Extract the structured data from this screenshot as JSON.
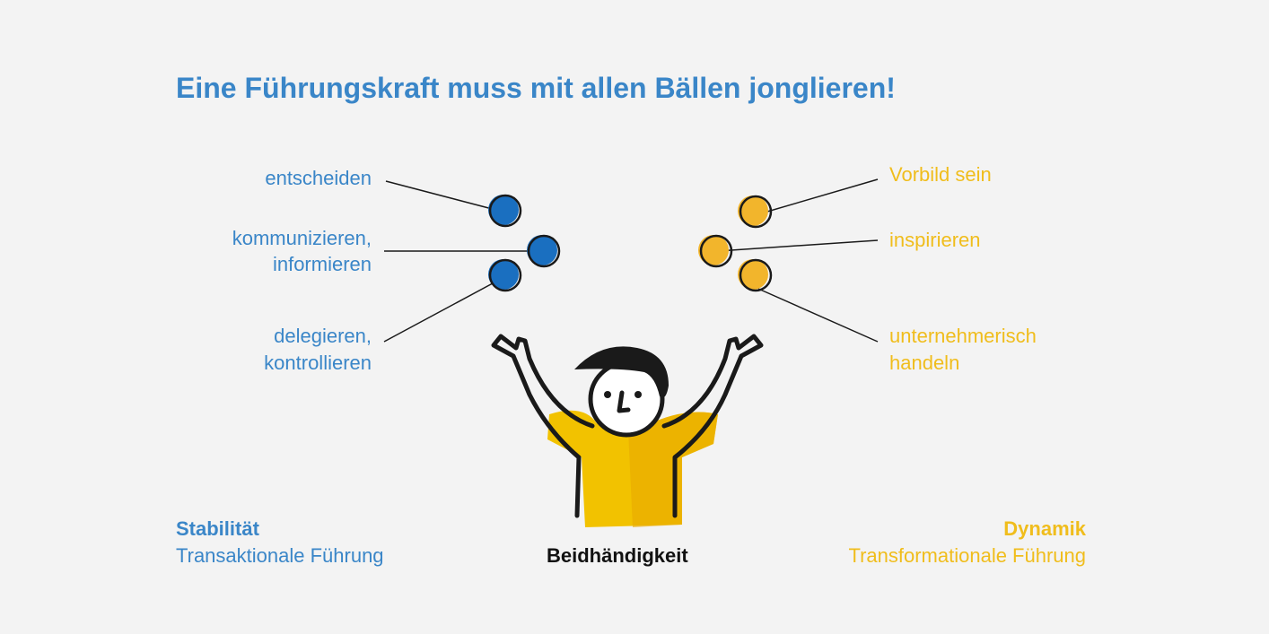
{
  "title": "Eine Führungskraft muss mit allen Bällen jonglieren!",
  "left_labels": [
    "entscheiden",
    "kommunizieren,",
    "informieren",
    "delegieren,",
    "kontrollieren"
  ],
  "right_labels": [
    "Vorbild sein",
    "inspirieren",
    "unternehmerisch",
    "handeln"
  ],
  "left_footer": {
    "heading": "Stabilität",
    "sub": "Transaktionale Führung"
  },
  "center_footer": "Beidhändigkeit",
  "right_footer": {
    "heading": "Dynamik",
    "sub": "Transformationale Führung"
  },
  "colors": {
    "blue": "#3a86c8",
    "ball_blue": "#1a6fc0",
    "yellow": "#f0bd1c",
    "background": "#f3f3f3"
  }
}
